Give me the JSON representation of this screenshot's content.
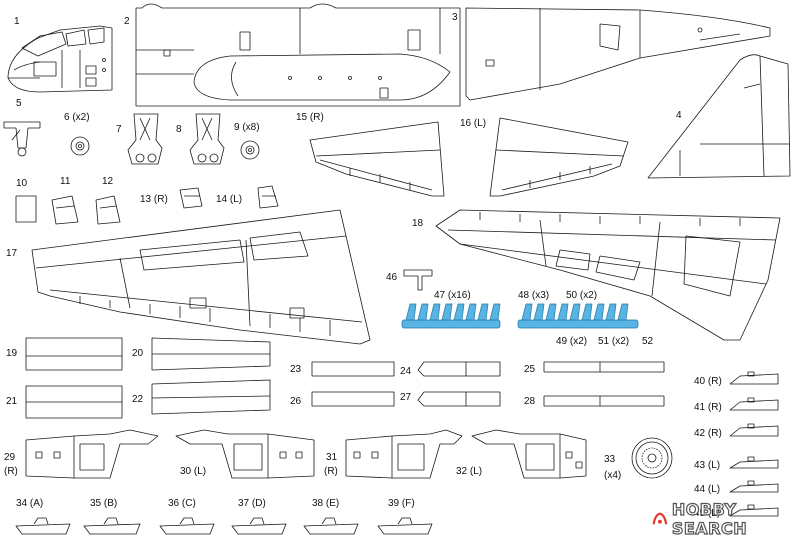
{
  "labels": [
    {
      "id": "p1",
      "text": "1"
    },
    {
      "id": "p2",
      "text": "2"
    },
    {
      "id": "p3",
      "text": "3"
    },
    {
      "id": "p4",
      "text": "4"
    },
    {
      "id": "p5",
      "text": "5"
    },
    {
      "id": "p6",
      "text": "6 (x2)"
    },
    {
      "id": "p7",
      "text": "7"
    },
    {
      "id": "p8",
      "text": "8"
    },
    {
      "id": "p9",
      "text": "9 (x8)"
    },
    {
      "id": "p10",
      "text": "10"
    },
    {
      "id": "p11",
      "text": "11"
    },
    {
      "id": "p12",
      "text": "12"
    },
    {
      "id": "p13",
      "text": "13 (R)"
    },
    {
      "id": "p14",
      "text": "14 (L)"
    },
    {
      "id": "p15",
      "text": "15 (R)"
    },
    {
      "id": "p16",
      "text": "16 (L)"
    },
    {
      "id": "p17",
      "text": "17"
    },
    {
      "id": "p18",
      "text": "18"
    },
    {
      "id": "p19",
      "text": "19"
    },
    {
      "id": "p20",
      "text": "20"
    },
    {
      "id": "p21",
      "text": "21"
    },
    {
      "id": "p22",
      "text": "22"
    },
    {
      "id": "p23",
      "text": "23"
    },
    {
      "id": "p24",
      "text": "24"
    },
    {
      "id": "p25",
      "text": "25"
    },
    {
      "id": "p26",
      "text": "26"
    },
    {
      "id": "p27",
      "text": "27"
    },
    {
      "id": "p28",
      "text": "28"
    },
    {
      "id": "p29",
      "text": "29"
    },
    {
      "id": "p29r",
      "text": "(R)"
    },
    {
      "id": "p30",
      "text": "30 (L)"
    },
    {
      "id": "p31",
      "text": "31"
    },
    {
      "id": "p31r",
      "text": "(R)"
    },
    {
      "id": "p32",
      "text": "32 (L)"
    },
    {
      "id": "p33",
      "text": "33"
    },
    {
      "id": "p33x",
      "text": "(x4)"
    },
    {
      "id": "p34",
      "text": "34 (A)"
    },
    {
      "id": "p35",
      "text": "35 (B)"
    },
    {
      "id": "p36",
      "text": "36 (C)"
    },
    {
      "id": "p37",
      "text": "37 (D)"
    },
    {
      "id": "p38",
      "text": "38 (E)"
    },
    {
      "id": "p39",
      "text": "39 (F)"
    },
    {
      "id": "p40",
      "text": "40 (R)"
    },
    {
      "id": "p41",
      "text": "41 (R)"
    },
    {
      "id": "p42",
      "text": "42 (R)"
    },
    {
      "id": "p43",
      "text": "43 (L)"
    },
    {
      "id": "p44",
      "text": "44 (L)"
    },
    {
      "id": "p45",
      "text": "45 (L)"
    },
    {
      "id": "p46",
      "text": "46"
    },
    {
      "id": "p47",
      "text": "47 (x16)"
    },
    {
      "id": "p48",
      "text": "48 (x3)"
    },
    {
      "id": "p49",
      "text": "49 (x2)"
    },
    {
      "id": "p50",
      "text": "50 (x2)"
    },
    {
      "id": "p51",
      "text": "51 (x2)"
    },
    {
      "id": "p52",
      "text": "52"
    }
  ],
  "watermark": "HOBBY SEARCH",
  "colors": {
    "line": "#1a1a1a",
    "blue_parts": "#58b4e3",
    "blue_stroke": "#2277aa",
    "logo_red": "#e03a2f"
  }
}
